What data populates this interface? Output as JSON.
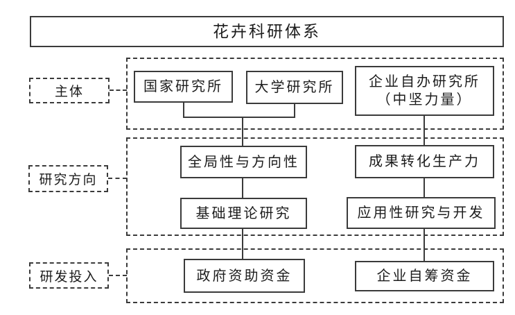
{
  "diagram": {
    "title": "花卉科研体系",
    "row_labels": {
      "subjects": "主体",
      "research_direction": "研究方向",
      "rd_investment": "研发投入"
    },
    "nodes": {
      "national_institute": "国家研究所",
      "university_institute": "大学研究所",
      "enterprise_institute_line1": "企业自办研究所",
      "enterprise_institute_line2": "（中坚力量）",
      "global_directional": "全局性与方向性",
      "basic_theory_research": "基础理论研究",
      "achievement_productivity": "成果转化生产力",
      "applied_research_dev": "应用性研究与开发",
      "government_funding": "政府资助资金",
      "enterprise_self_funding": "企业自筹资金"
    },
    "colors": {
      "line": "#3a3a3a",
      "text": "#1c1c1c",
      "background": "#ffffff"
    }
  }
}
